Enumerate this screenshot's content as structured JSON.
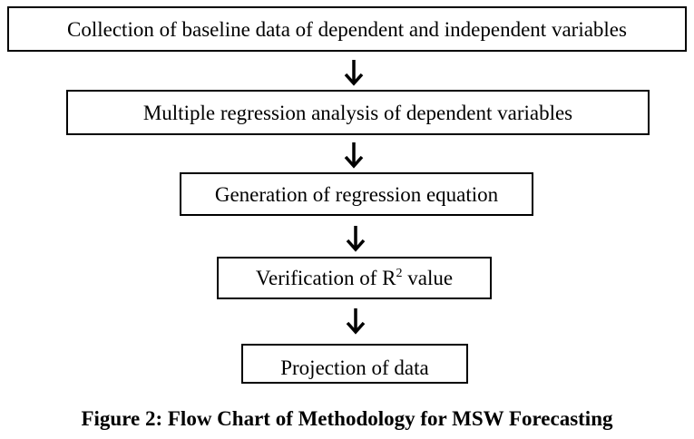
{
  "steps": [
    {
      "label": "Collection of baseline data of dependent and independent variables"
    },
    {
      "label": "Multiple regression analysis of dependent variables"
    },
    {
      "label": "Generation of regression equation"
    },
    {
      "label_prefix": "Verification of R",
      "label_sup": "2",
      "label_suffix": " value"
    },
    {
      "label": "Projection of data"
    }
  ],
  "caption": "Figure 2: Flow Chart of Methodology for MSW Forecasting"
}
